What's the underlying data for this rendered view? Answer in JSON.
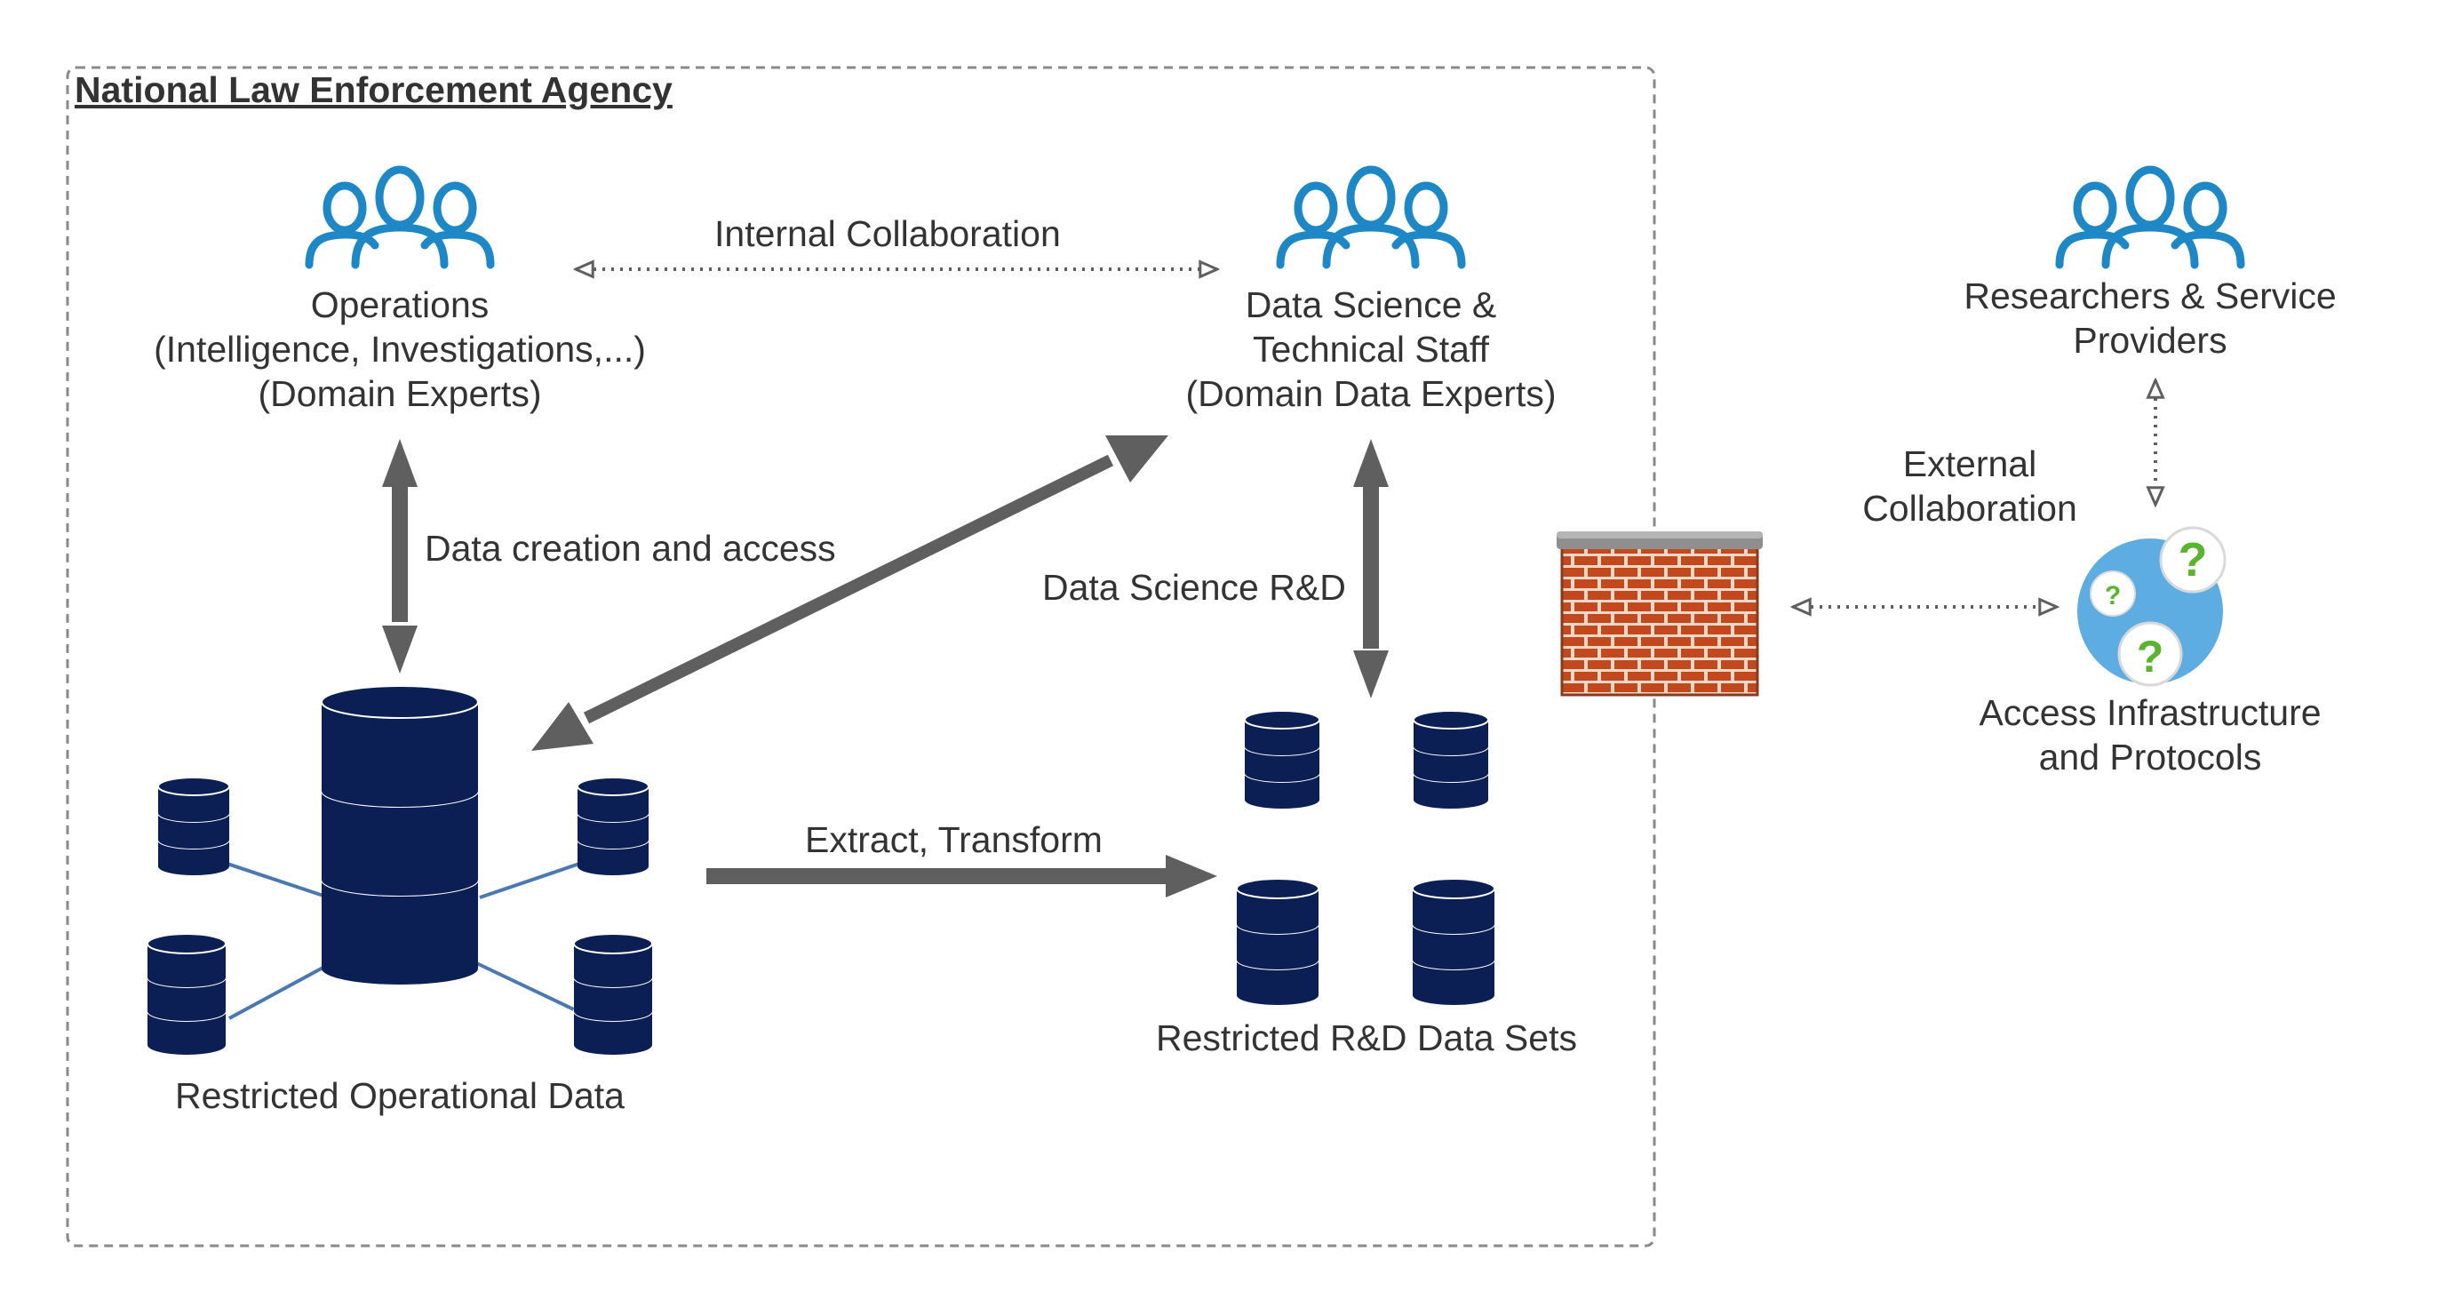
{
  "agency": {
    "title": "National Law Enforcement Agency"
  },
  "groups": {
    "operations": {
      "lines": [
        "Operations",
        "(Intelligence, Investigations,...)",
        "(Domain Experts)"
      ],
      "icon": "people-icon"
    },
    "data_science": {
      "lines": [
        "Data Science &",
        "Technical Staff",
        "(Domain Data Experts)"
      ],
      "icon": "people-icon"
    },
    "researchers": {
      "lines": [
        "Researchers & Service",
        "Providers"
      ],
      "icon": "people-icon"
    }
  },
  "edges": {
    "internal_collaboration": "Internal Collaboration",
    "data_creation": "Data creation and access",
    "data_science_rd": "Data Science R&D",
    "extract_transform": "Extract, Transform",
    "external_collaboration": [
      "External",
      "Collaboration"
    ]
  },
  "stores": {
    "operational": "Restricted Operational Data",
    "rd": "Restricted R&D Data Sets"
  },
  "access": {
    "lines": [
      "Access Infrastructure",
      "and Protocols"
    ],
    "icon": "question-bubbles-icon",
    "symbol": "?"
  },
  "firewall": {
    "icon": "firewall-icon"
  },
  "colors": {
    "people_blue": "#1e88c7",
    "db_navy": "#0b1f55",
    "arrow_gray": "#5f5f5f",
    "brick_red": "#c2491e",
    "bubble_blue": "#5dade2",
    "question_green": "#59b42f",
    "connector_blue": "#4a78b0"
  }
}
